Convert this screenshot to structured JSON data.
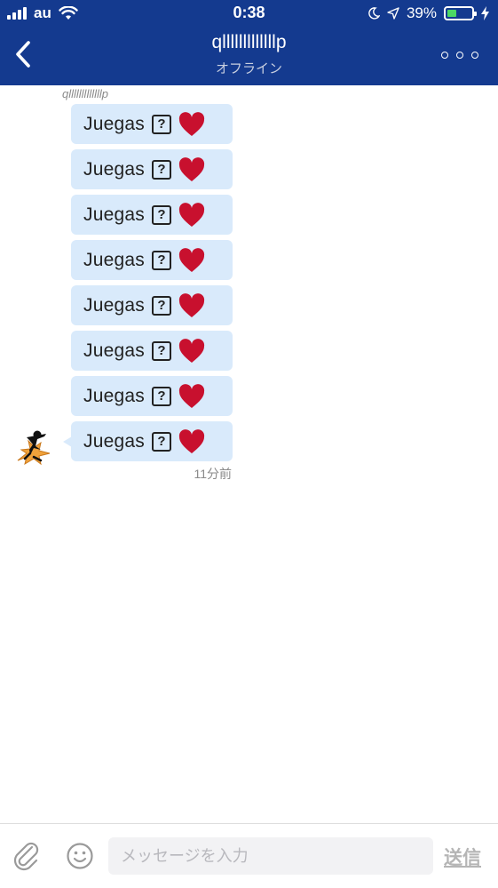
{
  "status_bar": {
    "carrier": "au",
    "time": "0:38",
    "battery_percent": "39%",
    "battery_level": 0.39
  },
  "nav": {
    "title": "qlllllllllllllp",
    "subtitle": "オフライン",
    "back_icon": "chevron-left-icon",
    "more_icon": "ellipsis-icon"
  },
  "chat": {
    "sender_name": "qlllllllllllllp",
    "messages": [
      {
        "text": "Juegas",
        "icon": "?"
      },
      {
        "text": "Juegas",
        "icon": "?"
      },
      {
        "text": "Juegas",
        "icon": "?"
      },
      {
        "text": "Juegas",
        "icon": "?"
      },
      {
        "text": "Juegas",
        "icon": "?"
      },
      {
        "text": "Juegas",
        "icon": "?"
      },
      {
        "text": "Juegas",
        "icon": "?"
      },
      {
        "text": "Juegas",
        "icon": "?"
      }
    ],
    "timestamp": "11分前"
  },
  "input_bar": {
    "placeholder": "メッセージを入力",
    "value": "",
    "send_label": "送信"
  },
  "colors": {
    "header_bg": "#143a8f",
    "bubble_bg": "#d9eafb",
    "heart": "#c8102e",
    "battery_green": "#4cd964"
  }
}
